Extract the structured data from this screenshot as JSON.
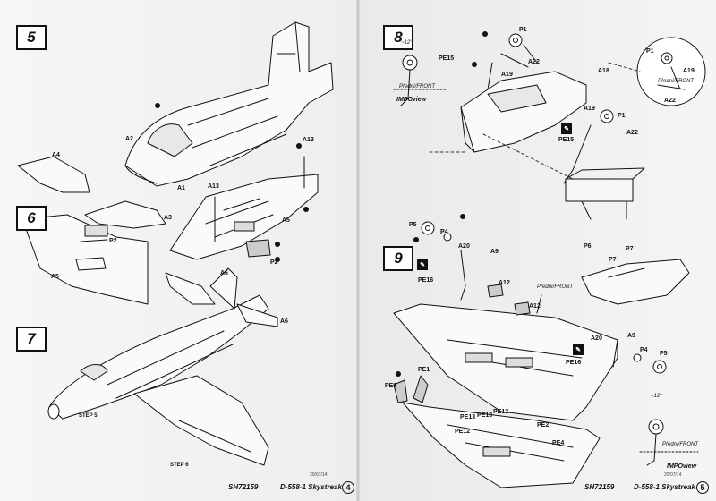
{
  "steps": {
    "s5": "5",
    "s6": "6",
    "s7": "7",
    "s8": "8",
    "s9": "9"
  },
  "labels_left": {
    "A2": "A2",
    "A1": "A1",
    "A13a": "A13",
    "A13b": "A13",
    "A4": "A4",
    "A3": "A3",
    "P2a": "P2",
    "A5a": "A5",
    "A5b": "A5",
    "P2b": "P2",
    "A6a": "A6",
    "A6b": "A6"
  },
  "labels_right": {
    "P1a": "P1",
    "PE15a": "PE15",
    "A19a": "A19",
    "A22a": "A22",
    "A18": "A18",
    "P1b": "P1",
    "A19b": "A19",
    "A22b": "A22",
    "A19c": "A19",
    "P1c": "P1",
    "A22c": "A22",
    "PE15b": "PE15",
    "P5a": "P5",
    "P4a": "P4",
    "A20a": "A20",
    "A9a": "A9",
    "PE16a": "PE16",
    "P6": "P6",
    "P7a": "P7",
    "P7b": "P7",
    "A12a": "A12",
    "A12b": "A12",
    "A20b": "A20",
    "A9b": "A9",
    "PE16b": "PE16",
    "P4b": "P4",
    "P5b": "P5",
    "PE1": "PE1",
    "PE3": "PE3",
    "PE13": "PE13",
    "PE12a": "PE12",
    "PE12b": "PE12",
    "PE2": "PE2",
    "PE4": "PE4",
    "PE13b": "PE13"
  },
  "annotations": {
    "step5": "STEP 5",
    "step6": "STEP 6",
    "front1": "Přední/FRONT",
    "front2": "Přední/FRONT",
    "front3": "Přední/FRONT",
    "front4": "Přední/FRONT",
    "ipo1": "IMPOview",
    "ipo2": "IMPOview",
    "angle1": "~12°",
    "angle2": "~12°"
  },
  "footer": {
    "code_left": "SH72159",
    "title_left": "D-558-1 Skystreak",
    "num_left": "4",
    "code_right": "SH72159",
    "title_right": "D-558-1 Skystreak",
    "num_right": "5",
    "date_left": "20/07/14",
    "date_right": "20/07/14"
  },
  "colors": {
    "ink": "#111111",
    "paper": "#f4f4f2",
    "fold": "#c9c9c7"
  },
  "icons": [
    "glue-icon",
    "paint-icon",
    "arrow-icon"
  ]
}
